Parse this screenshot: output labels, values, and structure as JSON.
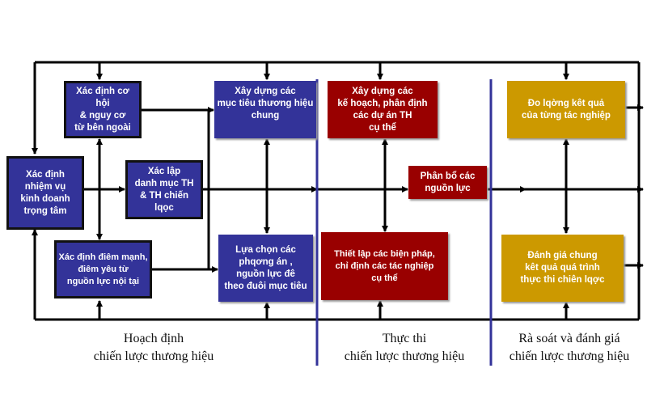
{
  "boxes": {
    "mission": "Xác định\nnhiệm vụ\nkinh doanh\ntrọng tâm",
    "opportunities": "Xác định cơ hội\n& nguy cơ\ntừ bên ngoài",
    "strengths": "Xác định điêm mạnh,\nđiêm yêu từ\nnguồn lực nội tại",
    "portfolio": "Xác lập\ndanh mục TH\n& TH chiến lqọc",
    "goals": "Xây dựng các\nmục tiêu thương hiệu\nchung",
    "options": "Lựa chọn các\nphqơng án ,\nnguồn lực đê\ntheo đuôi mục tiêu",
    "plans": "Xây dựng các\nkế hoạch, phân định\ncác dự án TH\ncụ thể",
    "allocate": "Phân bổ các\nnguồn lực",
    "measures": "Thiết lập các biện pháp,\nchỉ định các tác nghiệp\ncụ thể",
    "measure_results": "Đo lqờng kêt quả\ncủa từng tác nghiệp",
    "evaluate": "Đánh giá chung\nkêt quả quá trình\nthực thi chiên lqợc"
  },
  "phases": {
    "planning": "Hoạch định\nchiến lược thương hiệu",
    "execution": "Thực thi\nchiến lược thương hiệu",
    "review": "Rà soát và đánh giá\nchiến lược thương hiệu"
  },
  "colors": {
    "planning": "#333399",
    "execution": "#990000",
    "review": "#cc9900",
    "divider": "#333399"
  }
}
